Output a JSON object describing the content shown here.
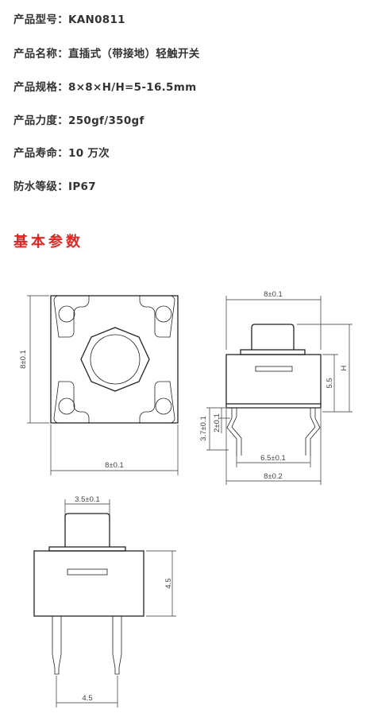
{
  "specs": [
    {
      "label": "产品型号：",
      "value": "KAN0811"
    },
    {
      "label": "产品名称：",
      "value": "直插式（带接地）轻触开关"
    },
    {
      "label": "产品规格：",
      "value": "8×8×H/H=5-16.5mm"
    },
    {
      "label": "产品力度：",
      "value": "250gf/350gf"
    },
    {
      "label": "产品寿命：",
      "value": "10 万次"
    },
    {
      "label": "防水等级：",
      "value": "IP67"
    }
  ],
  "section_title": "基本参数",
  "dims": {
    "top_height": "8±0.1",
    "top_width": "8±0.1",
    "side_top_width": "8±0.1",
    "side_h": "H",
    "side_body": "5.5",
    "side_pin_37": "3.7±0.1",
    "side_pin_2": "2±0.1",
    "side_pitch": "6.5±0.1",
    "side_bottom_width": "8±0.2",
    "front_cap": "3.5±0.1",
    "front_height": "4.5",
    "front_pitch": "4.5"
  },
  "colors": {
    "title": "#e8231f",
    "text": "#333333",
    "line": "#222222"
  }
}
